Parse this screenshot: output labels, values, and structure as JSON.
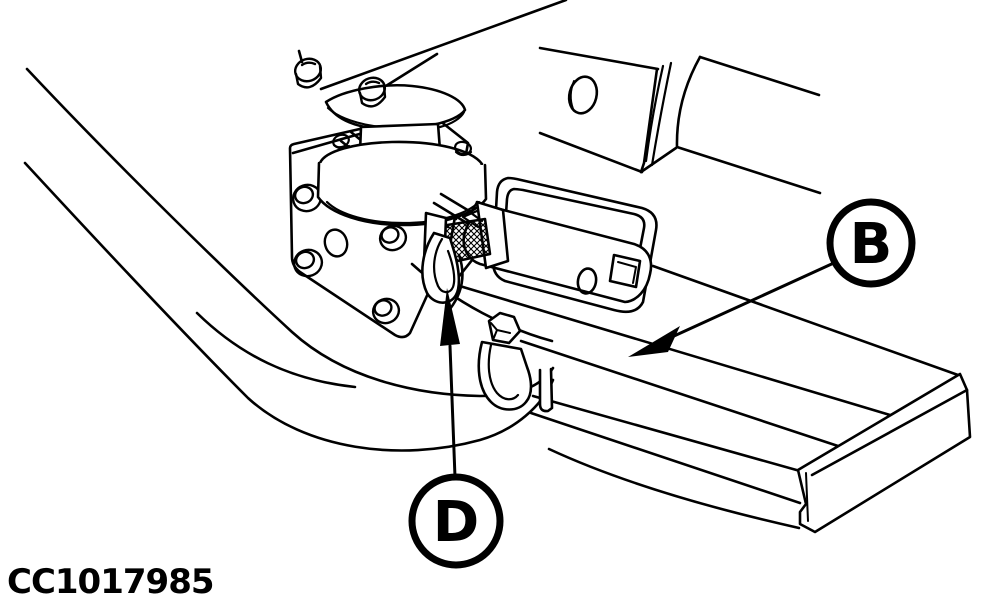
{
  "figure": {
    "code": "CC1017985"
  },
  "callouts": [
    {
      "label": "B"
    },
    {
      "label": "D"
    }
  ],
  "colors": {
    "ink": "#000000",
    "paper": "#ffffff"
  }
}
